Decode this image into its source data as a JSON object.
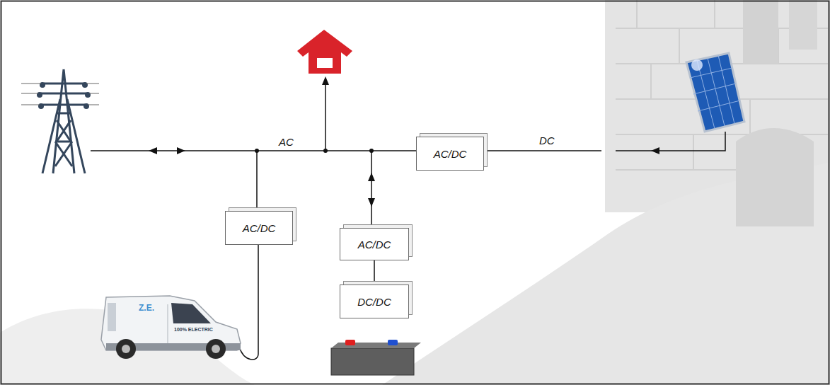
{
  "diagram": {
    "nodes": [
      {
        "text": [
          "AC/DC"
        ]
      },
      {
        "text": [
          "AC/DC"
        ]
      },
      {
        "text": [
          "AC/DC"
        ]
      },
      {
        "text": [
          "DC/DC"
        ]
      }
    ],
    "edges": [
      {
        "from": 2,
        "to": 3,
        "arrow": "none"
      }
    ],
    "labels": [
      "AC",
      "DC",
      "Z.E.",
      "100% ELECTRIC"
    ]
  }
}
